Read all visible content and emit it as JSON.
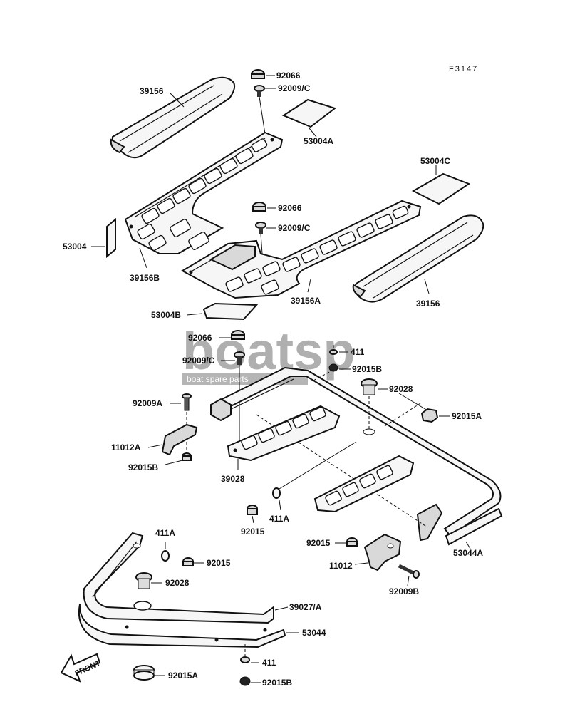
{
  "figure_code": "F3147",
  "watermark": {
    "brand": "boatsp",
    "tagline": "boat spare parts"
  },
  "front_marker": "FRONT",
  "labels": {
    "p39156_left": "39156",
    "p92066_top": "92066",
    "p92009c_top": "92009/C",
    "p53004a": "53004A",
    "p53004c": "53004C",
    "p92066_mid": "92066",
    "p92009c_mid": "92009/C",
    "p53004": "53004",
    "p39156b": "39156B",
    "p39156a": "39156A",
    "p39156_right": "39156",
    "p53004b": "53004B",
    "p92066_low": "92066",
    "p92009c_low": "92009/C",
    "p411_top": "411",
    "p92015b_top": "92015B",
    "p92028_top": "92028",
    "p92015a_right": "92015A",
    "p92009a": "92009A",
    "p11012a": "11012A",
    "p92015b_left": "92015B",
    "p39028": "39028",
    "p411a_mid": "411A",
    "p92015_mid": "92015",
    "p92015_right": "92015",
    "p11012": "11012",
    "p53044a": "53044A",
    "p92009b": "92009B",
    "p411a_low": "411A",
    "p92015_low": "92015",
    "p92028_low": "92028",
    "p39027a": "39027/A",
    "p53044": "53044",
    "p411_low": "411",
    "p92015a_low": "92015A",
    "p92015b_low": "92015B"
  }
}
